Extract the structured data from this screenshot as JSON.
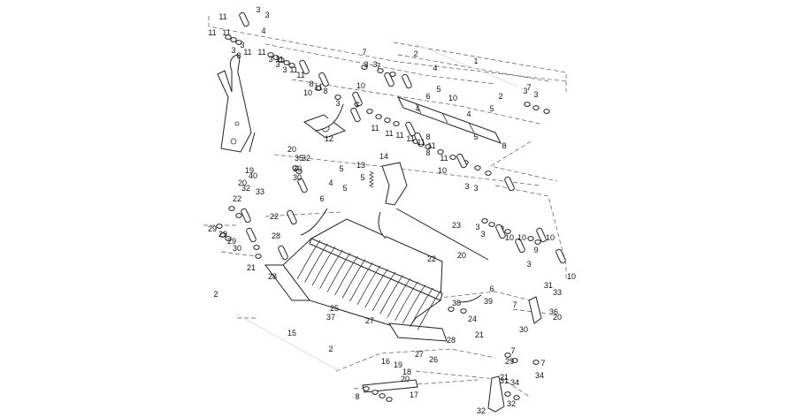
{
  "diagram": {
    "callouts": [
      "1",
      "2",
      "2",
      "2",
      "2",
      "3",
      "3",
      "3",
      "3",
      "3",
      "3",
      "3",
      "3",
      "3",
      "3",
      "3",
      "3",
      "3",
      "3",
      "3",
      "3",
      "3",
      "4",
      "4",
      "4",
      "4",
      "4",
      "5",
      "5",
      "5",
      "5",
      "5",
      "5",
      "6",
      "6",
      "6",
      "7",
      "7",
      "7",
      "7",
      "7",
      "7",
      "7",
      "8",
      "8",
      "8",
      "8",
      "8",
      "8",
      "8",
      "9",
      "10",
      "10",
      "10",
      "10",
      "10",
      "10",
      "10",
      "10",
      "11",
      "11",
      "11",
      "11",
      "11",
      "11",
      "11",
      "11",
      "11",
      "11",
      "11",
      "11",
      "11",
      "11",
      "11",
      "11",
      "12",
      "13",
      "14",
      "15",
      "16",
      "17",
      "18",
      "19",
      "19",
      "20",
      "20",
      "20",
      "20",
      "20",
      "21",
      "21",
      "21",
      "22",
      "22",
      "22",
      "23",
      "24",
      "25",
      "26",
      "27",
      "27",
      "28",
      "28",
      "28",
      "29",
      "29",
      "29",
      "29",
      "30",
      "30",
      "30",
      "30",
      "31",
      "31",
      "32",
      "32",
      "32",
      "32",
      "33",
      "33",
      "34",
      "34",
      "35",
      "36",
      "37",
      "38",
      "39",
      "40"
    ]
  }
}
